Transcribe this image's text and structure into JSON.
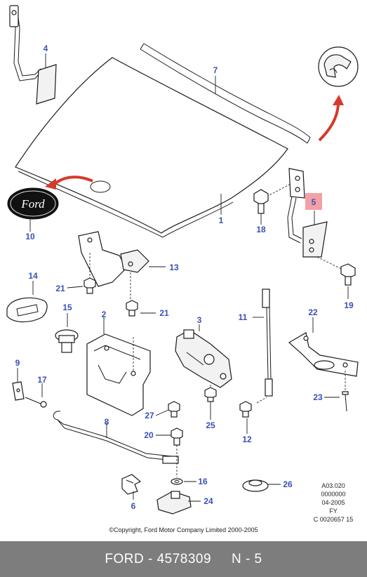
{
  "callouts": {
    "c1": "1",
    "c2": "2",
    "c3": "3",
    "c4": "4",
    "c5": "5",
    "c6": "6",
    "c7": "7",
    "c8": "8",
    "c9": "9",
    "c10": "10",
    "c11": "11",
    "c12": "12",
    "c13": "13",
    "c14": "14",
    "c15": "15",
    "c16": "16",
    "c17": "17",
    "c18": "18",
    "c19": "19",
    "c20": "20",
    "c21a": "21",
    "c21b": "21",
    "c22": "22",
    "c23": "23",
    "c24": "24",
    "c25": "25",
    "c26": "26",
    "c27": "27"
  },
  "highlight_color": "#f2a0a6",
  "callout_color": "#3a4fb8",
  "ford_logo_text": "Ford",
  "reference": {
    "line1": "A03.020",
    "line2": "0000000",
    "line3": "04-2005",
    "line4": "FY",
    "line5": "C 0020657 15"
  },
  "copyright": "©Copyright, Ford Motor Company Limited 2000-2005",
  "footer": {
    "brand": "FORD",
    "separator": " - ",
    "part_number": "4578309",
    "gap": "     ",
    "page_label": "N - 5"
  }
}
